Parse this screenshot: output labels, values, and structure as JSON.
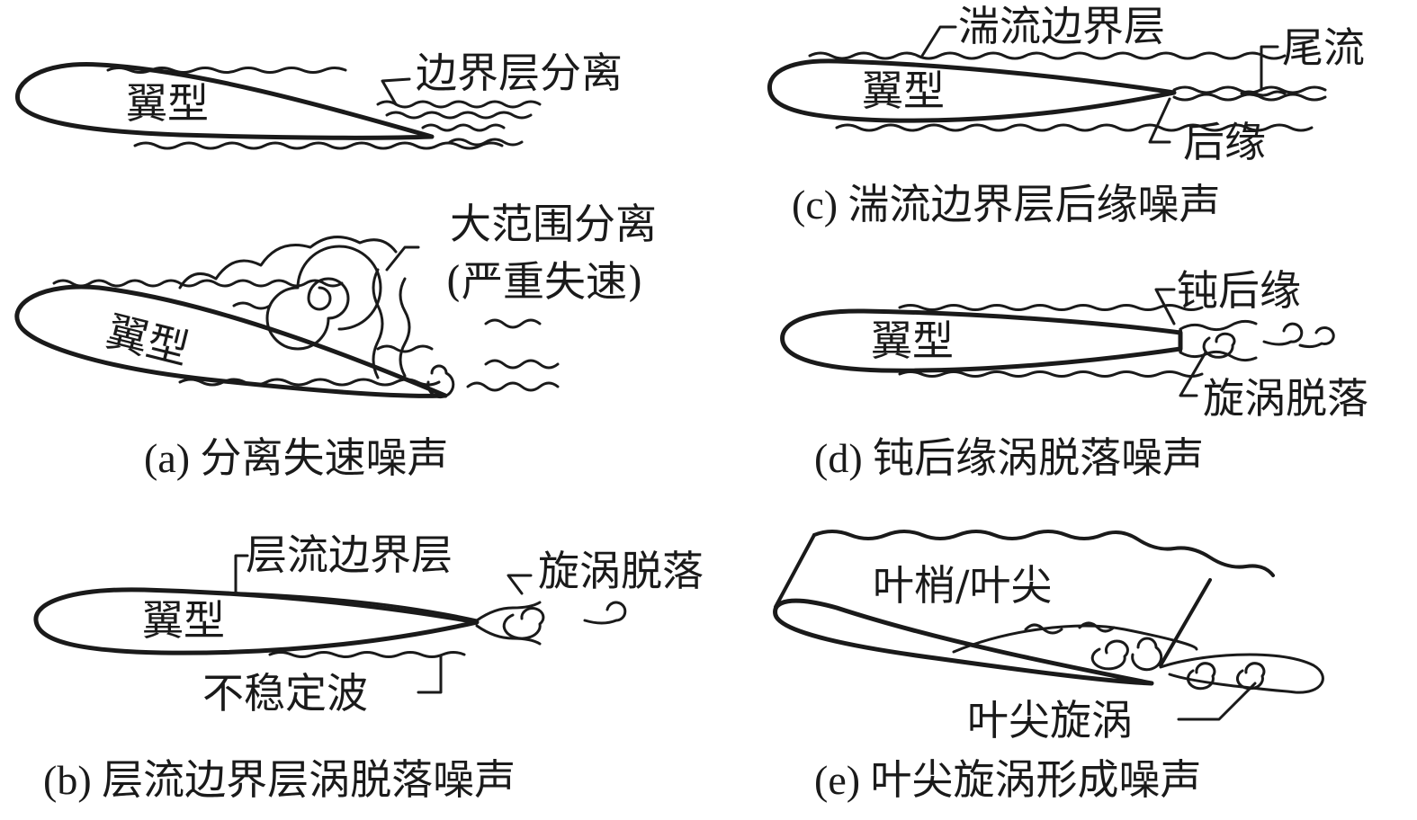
{
  "panels": {
    "a": {
      "caption": "(a) 分离失速噪声",
      "airfoil_top": "翼型",
      "boundary_layer_separation": "边界层分离",
      "airfoil_bottom": "翼型",
      "large_separation_line1": "大范围分离",
      "large_separation_line2": "(严重失速)"
    },
    "b": {
      "caption": "(b) 层流边界层涡脱落噪声",
      "airfoil": "翼型",
      "laminar_boundary_layer": "层流边界层",
      "vortex_shedding": "旋涡脱落",
      "unstable_wave": "不稳定波"
    },
    "c": {
      "caption": "(c) 湍流边界层后缘噪声",
      "airfoil": "翼型",
      "turbulent_boundary_layer": "湍流边界层",
      "wake": "尾流",
      "trailing_edge": "后缘"
    },
    "d": {
      "caption": "(d) 钝后缘涡脱落噪声",
      "airfoil": "翼型",
      "blunt_trailing_edge": "钝后缘",
      "vortex_shedding": "旋涡脱落"
    },
    "e": {
      "caption": "(e) 叶尖旋涡形成噪声",
      "blade_tip": "叶梢/叶尖",
      "tip_vortex": "叶尖旋涡"
    }
  }
}
